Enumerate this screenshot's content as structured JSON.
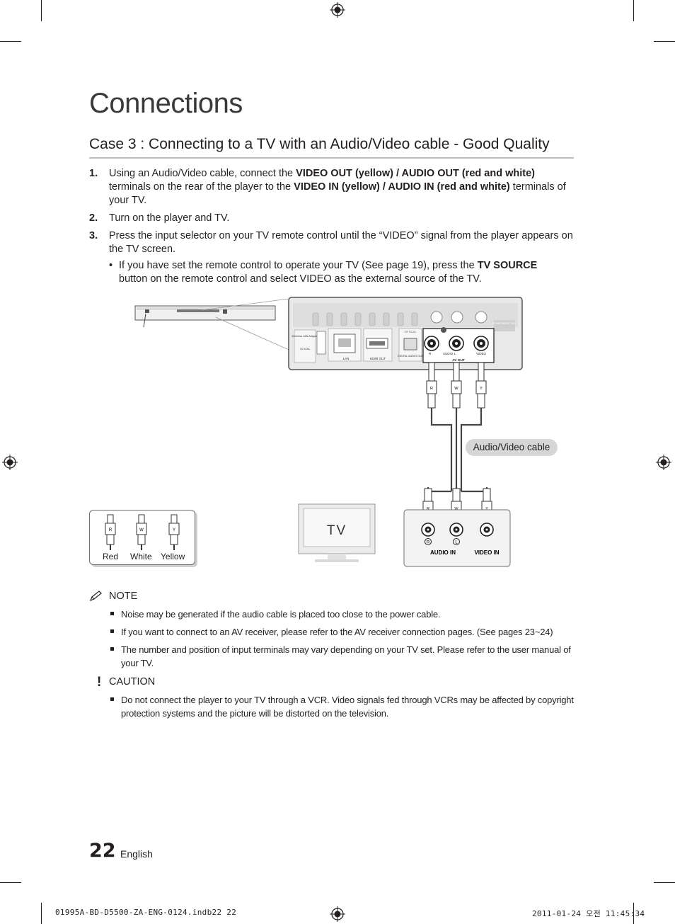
{
  "page": {
    "title": "Connections",
    "subtitle": "Case 3 : Connecting to a TV with an Audio/Video cable - Good Quality"
  },
  "steps": [
    {
      "num": "1.",
      "parts": [
        "Using an Audio/Video cable, connect the ",
        "VIDEO OUT (yellow) / AUDIO OUT (red and white)",
        " terminals on the rear of the player to the ",
        "VIDEO IN (yellow) / AUDIO IN (red and white)",
        " terminals of your TV."
      ]
    },
    {
      "num": "2.",
      "text": "Turn on the player and TV."
    },
    {
      "num": "3.",
      "text": "Press the input selector on your TV remote control until the “VIDEO” signal from the player appears on the TV screen."
    }
  ],
  "step3_bullet": {
    "dot": "•",
    "pre": "If you have set the remote control to operate your TV (See page 19), press the ",
    "bold": "TV SOURCE",
    "post": " button on the remote control and select VIDEO as the external source of the TV."
  },
  "diagram": {
    "cable_label": "Audio/Video cable",
    "tv_label": "TV",
    "player_ports": {
      "wireless": "Wireless LAN Adapter",
      "wireless_rating": "5V 0.5A",
      "lan": "LAN",
      "hdmi": "HDMI OUT",
      "optical_top": "OPTICAL",
      "optical": "DIGITAL AUDIO OUT",
      "component": "COMPONENT OUT",
      "audio": "AUDIO",
      "video": "VIDEO",
      "av_out": "AV OUT",
      "r": "R",
      "l": "L"
    },
    "plug_letters": [
      "R",
      "W",
      "Y"
    ],
    "tv_ports": {
      "audio_in": "AUDIO IN",
      "video_in": "VIDEO IN",
      "r": "R",
      "l": "L"
    },
    "legend": [
      "Red",
      "White",
      "Yellow"
    ]
  },
  "note": {
    "heading": "NOTE",
    "icon": "pencil-icon",
    "items": [
      "Noise may be generated if the audio cable is placed too close to the power cable.",
      "If you want to connect to an AV receiver, please refer to the AV receiver connection pages. (See pages 23~24)",
      "The number and position of input terminals may vary depending on your TV set. Please refer to the user manual of your TV."
    ]
  },
  "caution": {
    "heading": "CAUTION",
    "icon": "exclamation-icon",
    "mark": "!",
    "items": [
      "Do not connect the player to your TV through a VCR. Video signals fed through VCRs may be affected by copyright protection systems and the picture will be distorted on the television."
    ]
  },
  "footer": {
    "page_number": "22",
    "language": "English",
    "file": "01995A-BD-D5500-ZA-ENG-0124.indb22   22",
    "timestamp": "2011-01-24   오전 11:45:34"
  },
  "colors": {
    "text": "#231f20",
    "rule": "#bdbdbd",
    "pill": "#d6d6d6"
  }
}
